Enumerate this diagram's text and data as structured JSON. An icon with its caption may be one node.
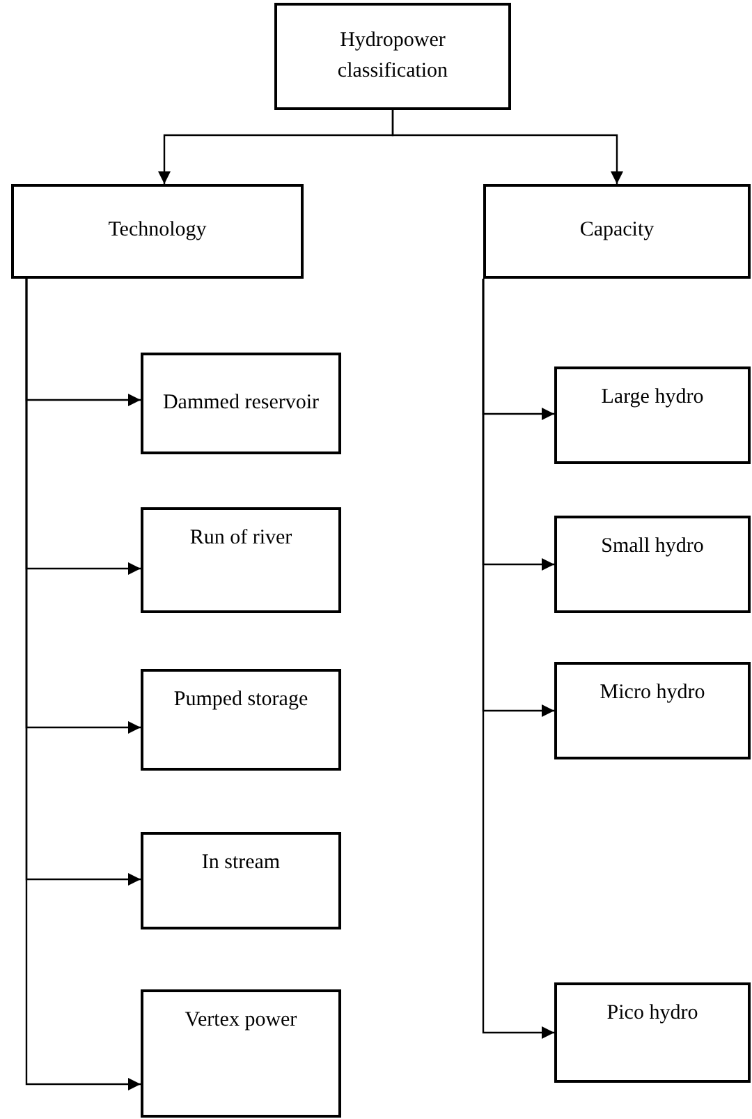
{
  "diagram": {
    "nodes": [
      {
        "text": [
          "Hydropower classification"
        ]
      },
      {
        "text": [
          "Technology"
        ]
      },
      {
        "text": [
          "Capacity"
        ]
      },
      {
        "text": [
          "Dammed reservoir"
        ]
      },
      {
        "text": [
          "Run of river"
        ]
      },
      {
        "text": [
          "Pumped storage"
        ]
      },
      {
        "text": [
          "In stream"
        ]
      },
      {
        "text": [
          "Vertex power"
        ]
      },
      {
        "text": [
          "Large hydro"
        ]
      },
      {
        "text": [
          "Small hydro"
        ]
      },
      {
        "text": [
          "Micro hydro"
        ]
      },
      {
        "text": [
          "Pico hydro"
        ]
      }
    ],
    "edges": [
      {
        "from": 0,
        "to": 1,
        "arrow": "to"
      },
      {
        "from": 0,
        "to": 2,
        "arrow": "to"
      },
      {
        "from": 1,
        "to": 3,
        "arrow": "to"
      },
      {
        "from": 1,
        "to": 4,
        "arrow": "to"
      },
      {
        "from": 1,
        "to": 5,
        "arrow": "to"
      },
      {
        "from": 1,
        "to": 6,
        "arrow": "to"
      },
      {
        "from": 1,
        "to": 7,
        "arrow": "to"
      },
      {
        "from": 2,
        "to": 8,
        "arrow": "to"
      },
      {
        "from": 2,
        "to": 9,
        "arrow": "to"
      },
      {
        "from": 2,
        "to": 10,
        "arrow": "to"
      },
      {
        "from": 2,
        "to": 11,
        "arrow": "to"
      }
    ]
  }
}
